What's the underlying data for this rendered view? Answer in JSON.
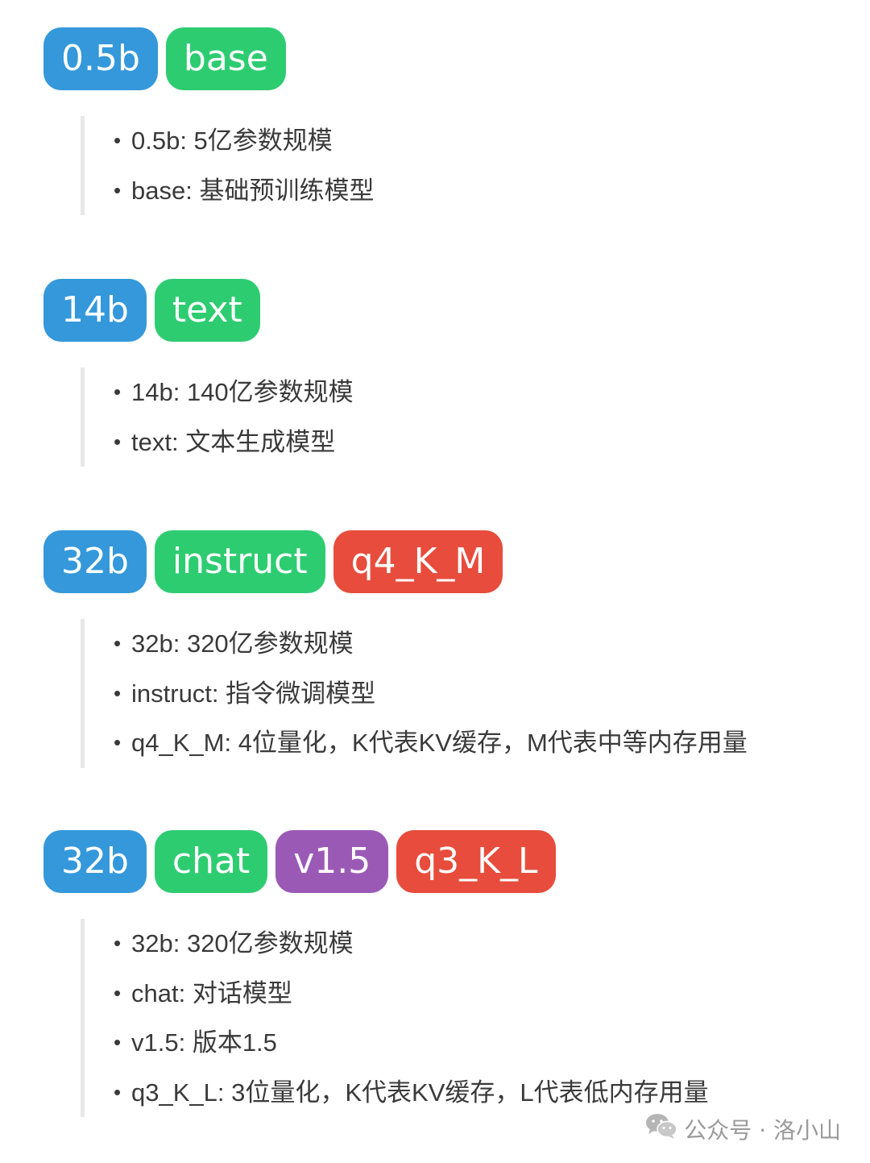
{
  "sections": [
    {
      "tags": [
        {
          "label": "0.5b",
          "color": "#3498db"
        },
        {
          "label": "base",
          "color": "#2ecc71"
        }
      ],
      "items": [
        "0.5b: 5亿参数规模",
        "base: 基础预训练模型"
      ]
    },
    {
      "tags": [
        {
          "label": "14b",
          "color": "#3498db"
        },
        {
          "label": "text",
          "color": "#2ecc71"
        }
      ],
      "items": [
        "14b: 140亿参数规模",
        "text: 文本生成模型"
      ]
    },
    {
      "tags": [
        {
          "label": "32b",
          "color": "#3498db"
        },
        {
          "label": "instruct",
          "color": "#2ecc71"
        },
        {
          "label": "q4_K_M",
          "color": "#e74c3c"
        }
      ],
      "items": [
        "32b: 320亿参数规模",
        "instruct: 指令微调模型",
        "q4_K_M: 4位量化，K代表KV缓存，M代表中等内存用量"
      ]
    },
    {
      "tags": [
        {
          "label": "32b",
          "color": "#3498db"
        },
        {
          "label": "chat",
          "color": "#2ecc71"
        },
        {
          "label": "v1.5",
          "color": "#9b59b6"
        },
        {
          "label": "q3_K_L",
          "color": "#e74c3c"
        }
      ],
      "items": [
        "32b: 320亿参数规模",
        "chat: 对话模型",
        "v1.5: 版本1.5",
        "q3_K_L: 3位量化，K代表KV缓存，L代表低内存用量"
      ]
    }
  ],
  "watermark": {
    "icon": "wechat-icon",
    "text": "公众号 · 洛小山"
  }
}
